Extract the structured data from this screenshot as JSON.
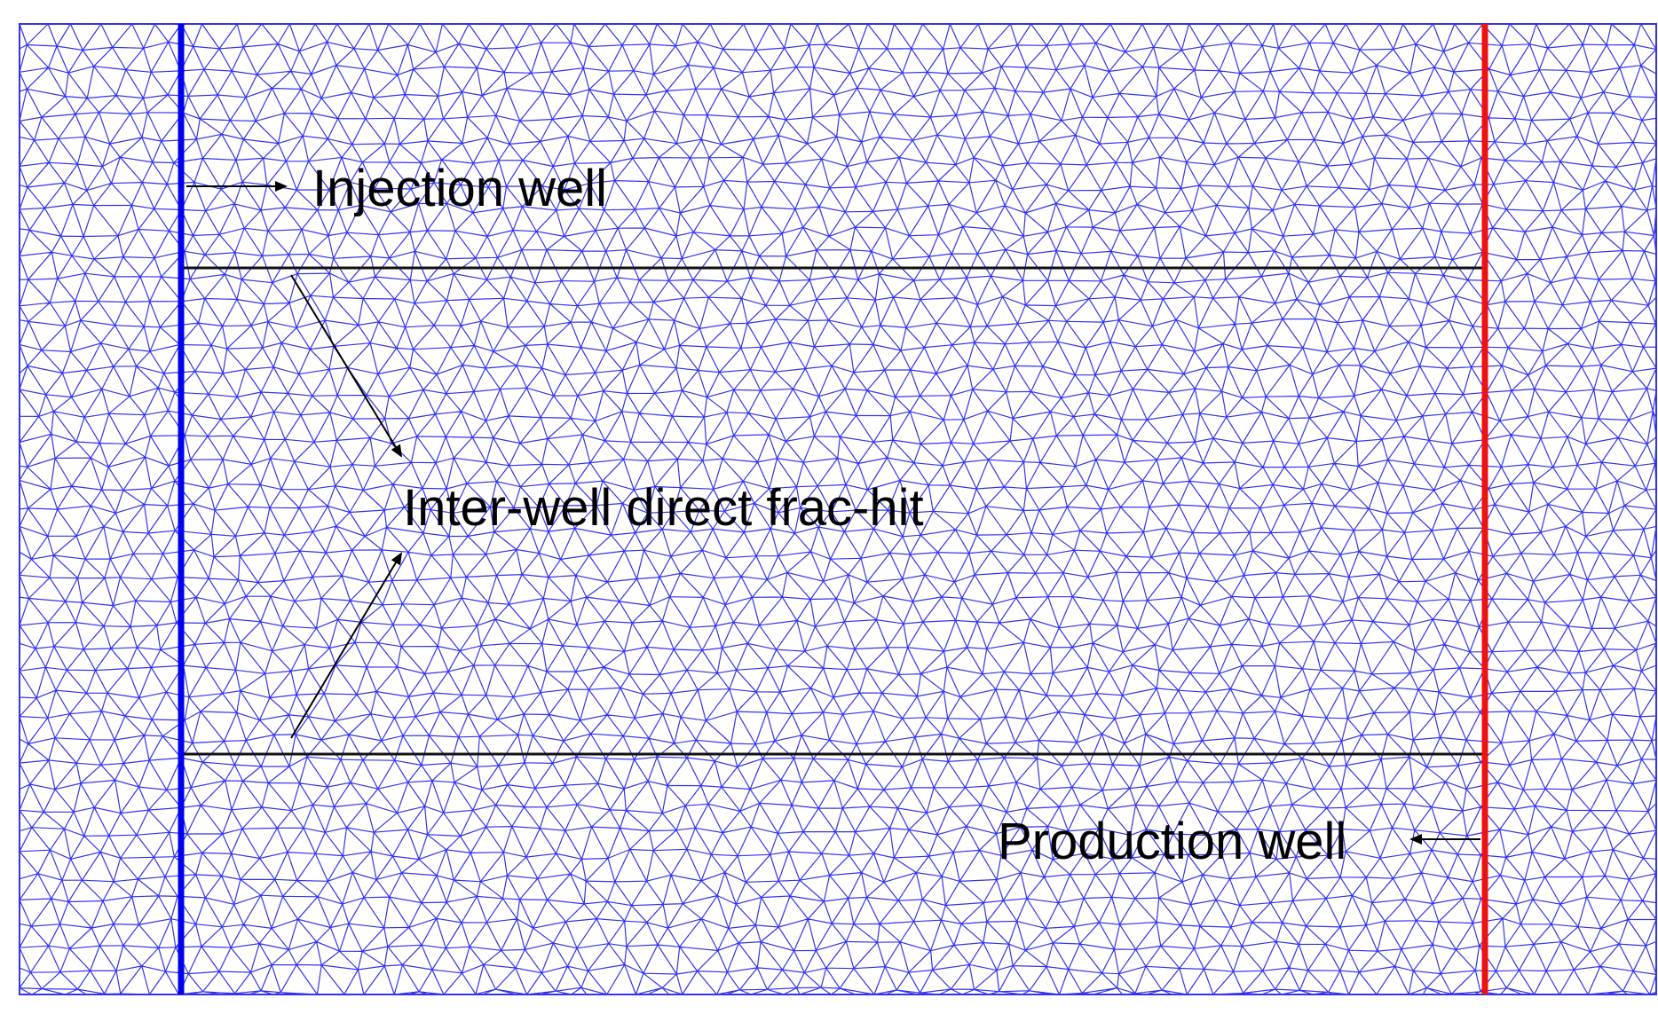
{
  "labels": {
    "injection": "Injection well",
    "production": "Production well",
    "frac_hit": "Inter-well direct frac-hit"
  },
  "colors": {
    "mesh": "#3333ee",
    "injection_well": "#0000ee",
    "production_well": "#ee1111",
    "fracture": "#111111",
    "background": "#ffffff"
  },
  "elements": {
    "mesh": "triangular computational mesh",
    "injection_well": "vertical injection well (blue)",
    "production_well": "vertical production well (red)",
    "fractures": 2
  }
}
